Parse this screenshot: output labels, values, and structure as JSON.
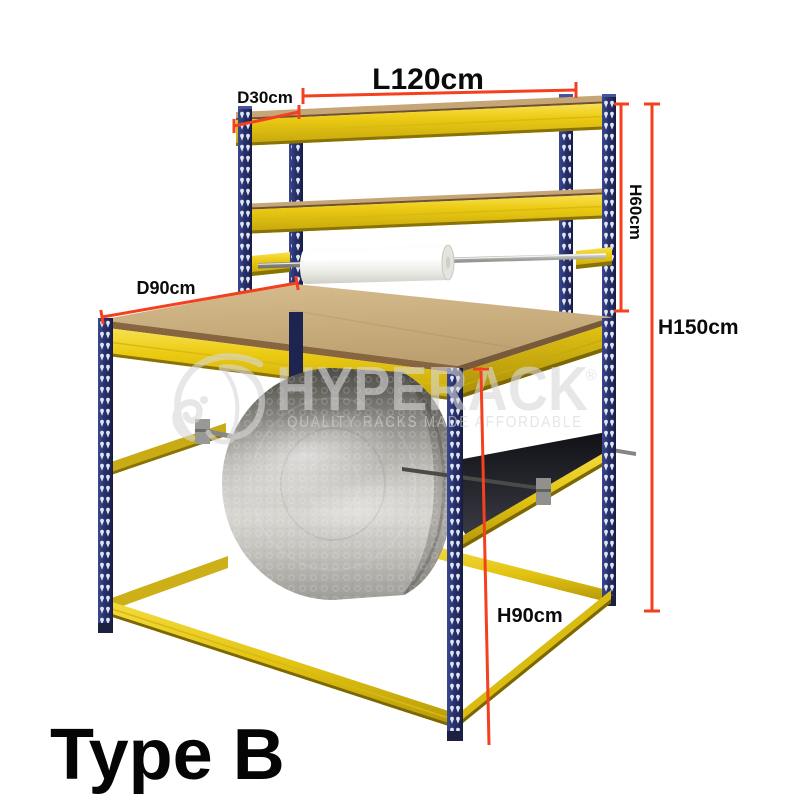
{
  "annotations": {
    "shelf_depth": "D30cm",
    "length": "L120cm",
    "riser_height": "H60cm",
    "overall_height": "H150cm",
    "bench_depth": "D90cm",
    "bench_height": "H90cm"
  },
  "caption": {
    "type_label": "Type B"
  },
  "watermark": {
    "logo_icon": "elephant-logo",
    "brand": "HYPERACK",
    "registered": "®",
    "tagline": "QUALITY RACKS MADE AFFORDABLE"
  },
  "colors": {
    "dimension_red": "#f4401f",
    "frame_blue": "#28316d",
    "beam_yellow": "#eccb13",
    "board_tan": "#c9ab7c",
    "label_black": "#0b0b0b",
    "watermark_gray": "#d8d8d8"
  }
}
